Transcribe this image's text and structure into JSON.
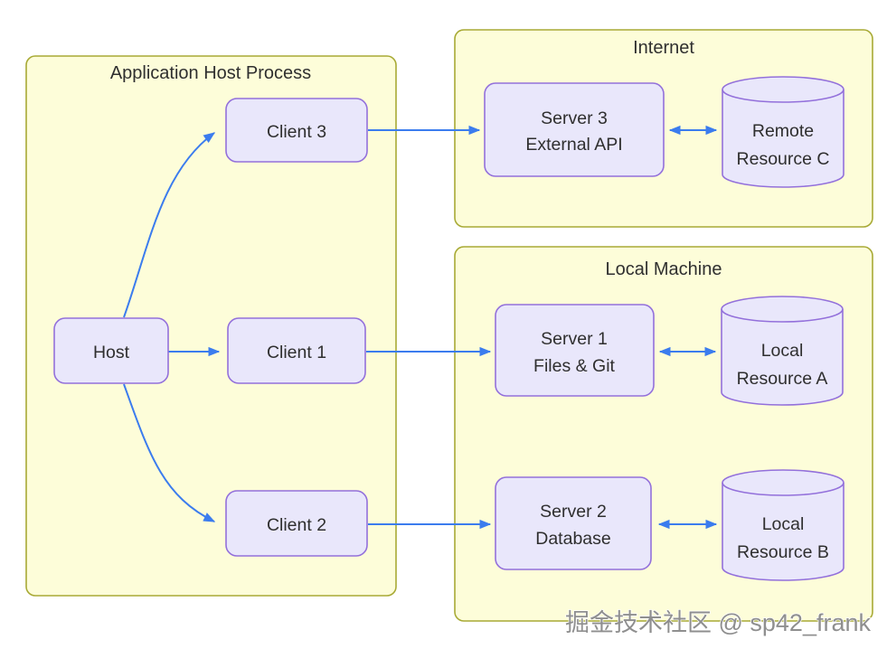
{
  "diagram": {
    "containers": {
      "app_host": {
        "title": "Application Host Process"
      },
      "internet": {
        "title": "Internet"
      },
      "local_machine": {
        "title": "Local Machine"
      }
    },
    "nodes": {
      "host": {
        "label": "Host"
      },
      "client1": {
        "label": "Client 1"
      },
      "client2": {
        "label": "Client 2"
      },
      "client3": {
        "label": "Client 3"
      },
      "server3": {
        "line1": "Server 3",
        "line2": "External API"
      },
      "server1": {
        "line1": "Server 1",
        "line2": "Files & Git"
      },
      "server2": {
        "line1": "Server 2",
        "line2": "Database"
      },
      "resource_c": {
        "line1": "Remote",
        "line2": "Resource C"
      },
      "resource_a": {
        "line1": "Local",
        "line2": "Resource A"
      },
      "resource_b": {
        "line1": "Local",
        "line2": "Resource B"
      }
    },
    "colors": {
      "container_fill": "#fdfdd9",
      "container_border": "#a8aa35",
      "node_fill": "#e9e7fb",
      "node_border": "#9370db",
      "arrow": "#3b7cee",
      "text": "#2f2f2f",
      "watermark": "#8f8f8f"
    }
  },
  "watermark": {
    "text": "掘金技术社区 @ sp42_frank"
  }
}
